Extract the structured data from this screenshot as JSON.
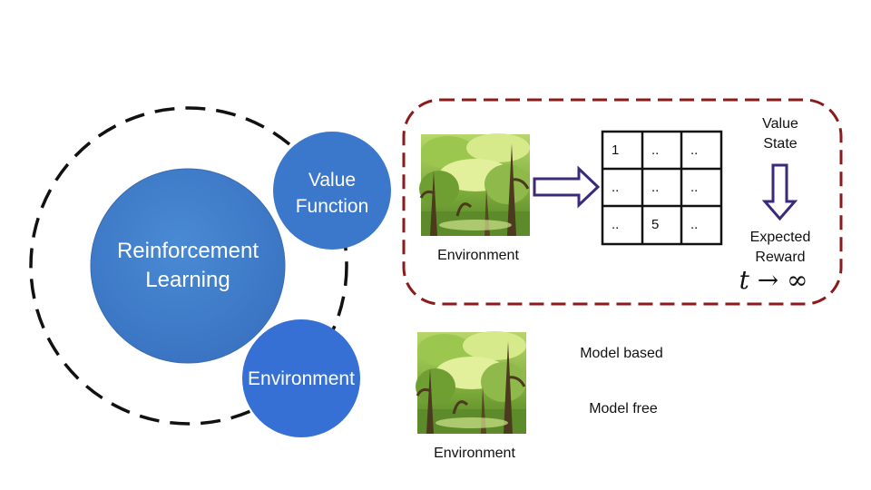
{
  "circles": {
    "main": "Reinforcement\nLearning",
    "value_function": "Value\nFunction",
    "environment": "Environment"
  },
  "panel": {
    "environment_caption": "Environment",
    "grid": [
      [
        "1",
        "..",
        ".."
      ],
      [
        "..",
        "..",
        ".."
      ],
      [
        "..",
        "5",
        ".."
      ]
    ],
    "value_state": "Value\nState",
    "expected_reward": "Expected\nReward",
    "limit_formula": "t → ∞"
  },
  "lower": {
    "environment_caption": "Environment",
    "model_based": "Model based",
    "model_free": "Model free"
  },
  "colors": {
    "circle_fill": "#3b78cc",
    "panel_border": "#8b1a1a",
    "arrow_stroke": "#3b2a7a",
    "forest_dark": "#3d6a1e",
    "forest_light": "#c8e27a"
  },
  "icons": {
    "forest_image": "forest-image-icon",
    "right_arrow": "right-arrow-icon",
    "down_arrow": "down-arrow-icon"
  }
}
